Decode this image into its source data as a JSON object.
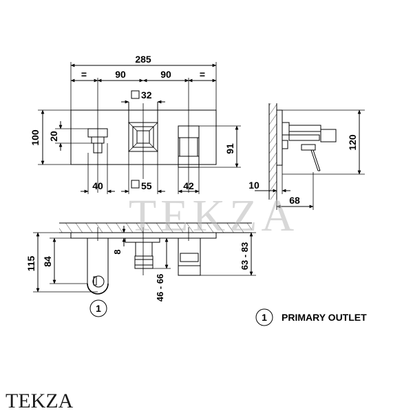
{
  "front_view": {
    "dim_total_width": "285",
    "dim_equal_left": "=",
    "dim_spacing_left": "90",
    "dim_spacing_right": "90",
    "dim_equal_right": "=",
    "dim_square_top": "32",
    "dim_height": "100",
    "dim_handle_offset": "20",
    "dim_right_height": "91",
    "dim_left_width": "40",
    "dim_square_bottom": "55",
    "dim_right_width": "42"
  },
  "side_view": {
    "dim_height": "120",
    "dim_projection_small": "10",
    "dim_projection": "68"
  },
  "top_view": {
    "dim_total_depth": "115",
    "dim_spout_depth": "84",
    "dim_plate": "8",
    "dim_center_range": "46 - 66",
    "dim_right_range": "63 - 83",
    "callout_number": "1"
  },
  "legend": {
    "number": "1",
    "label": "PRIMARY OUTLET"
  },
  "watermark": "TEKZA",
  "brand": "TEKZA"
}
